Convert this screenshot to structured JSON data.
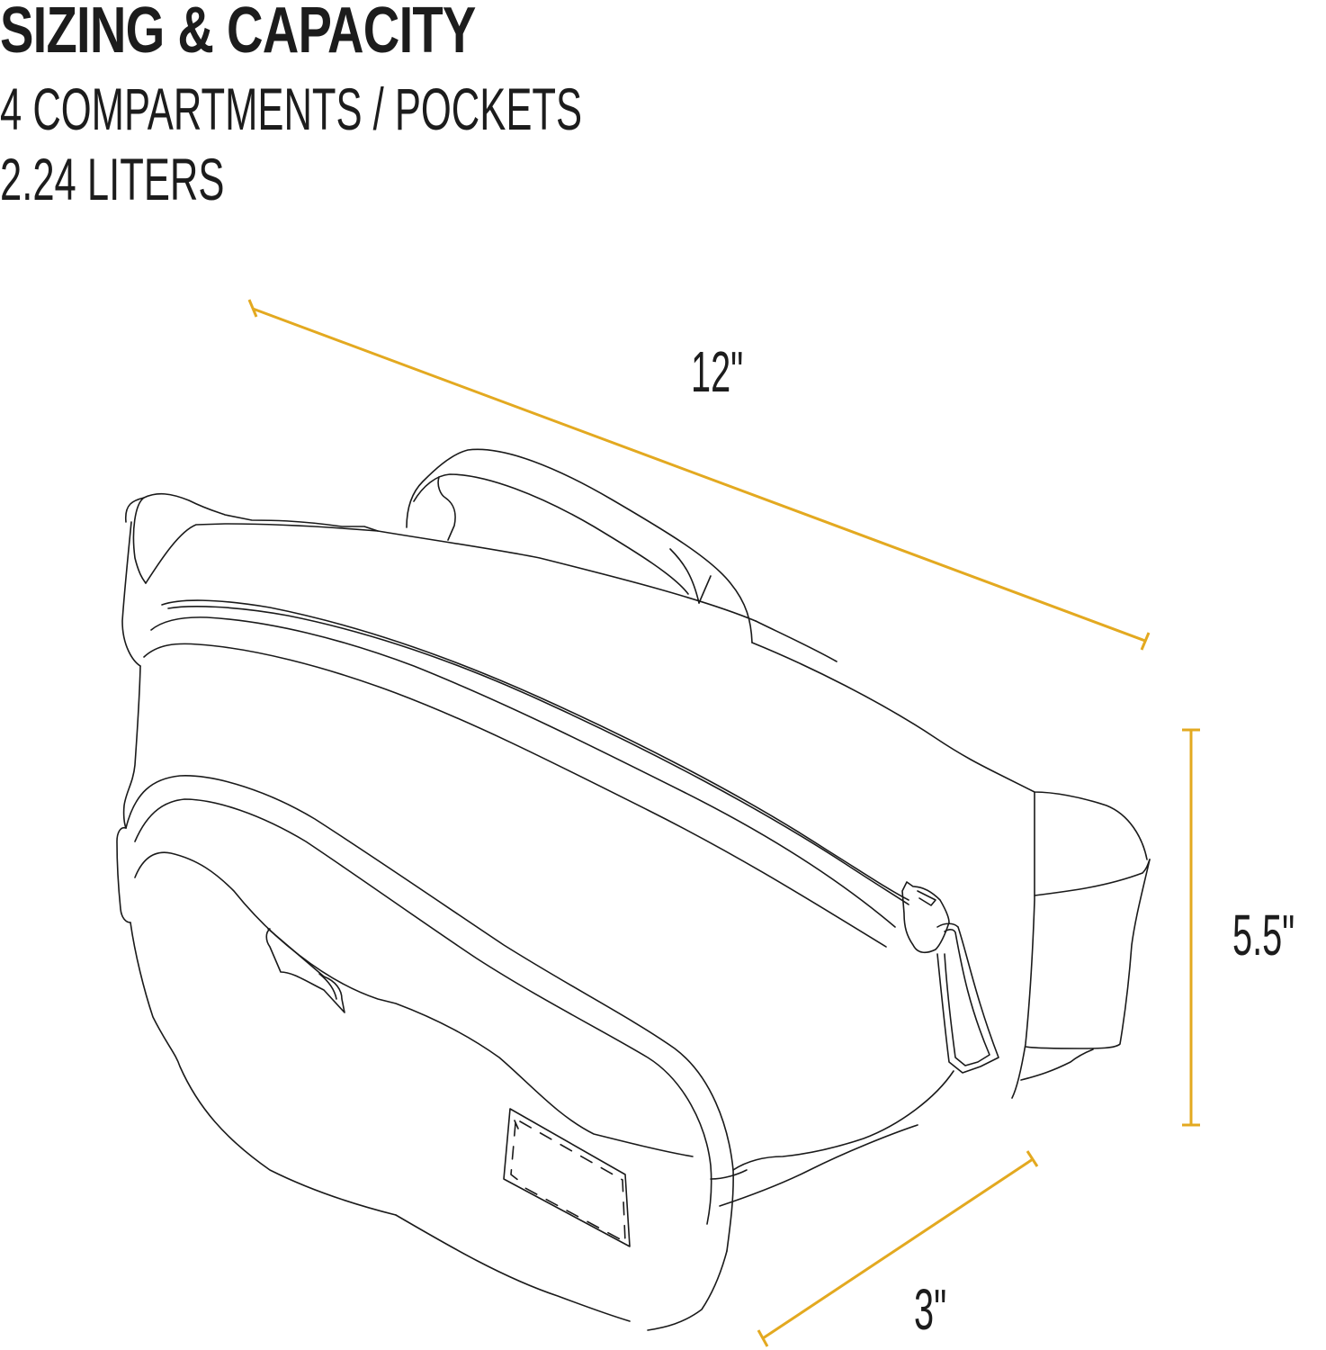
{
  "header": {
    "title": "SIZING & CAPACITY",
    "line_compartments": "4 COMPARTMENTS / POCKETS",
    "line_capacity": "2.24 LITERS"
  },
  "dimensions": {
    "length": "12\"",
    "height": "5.5\"",
    "depth": "3\""
  },
  "illustration": {
    "subject": "waist-pack-line-drawing",
    "features": [
      "top-carry-handle",
      "main-zipper-compartment",
      "zipper-pull",
      "front-pocket",
      "side-slip-pocket",
      "logo-patch",
      "waist-strap"
    ]
  },
  "colors": {
    "dimension_line": "#E3A920",
    "text": "#1C1C1C",
    "outline": "#1A1A1A",
    "background": "#FFFFFF"
  }
}
